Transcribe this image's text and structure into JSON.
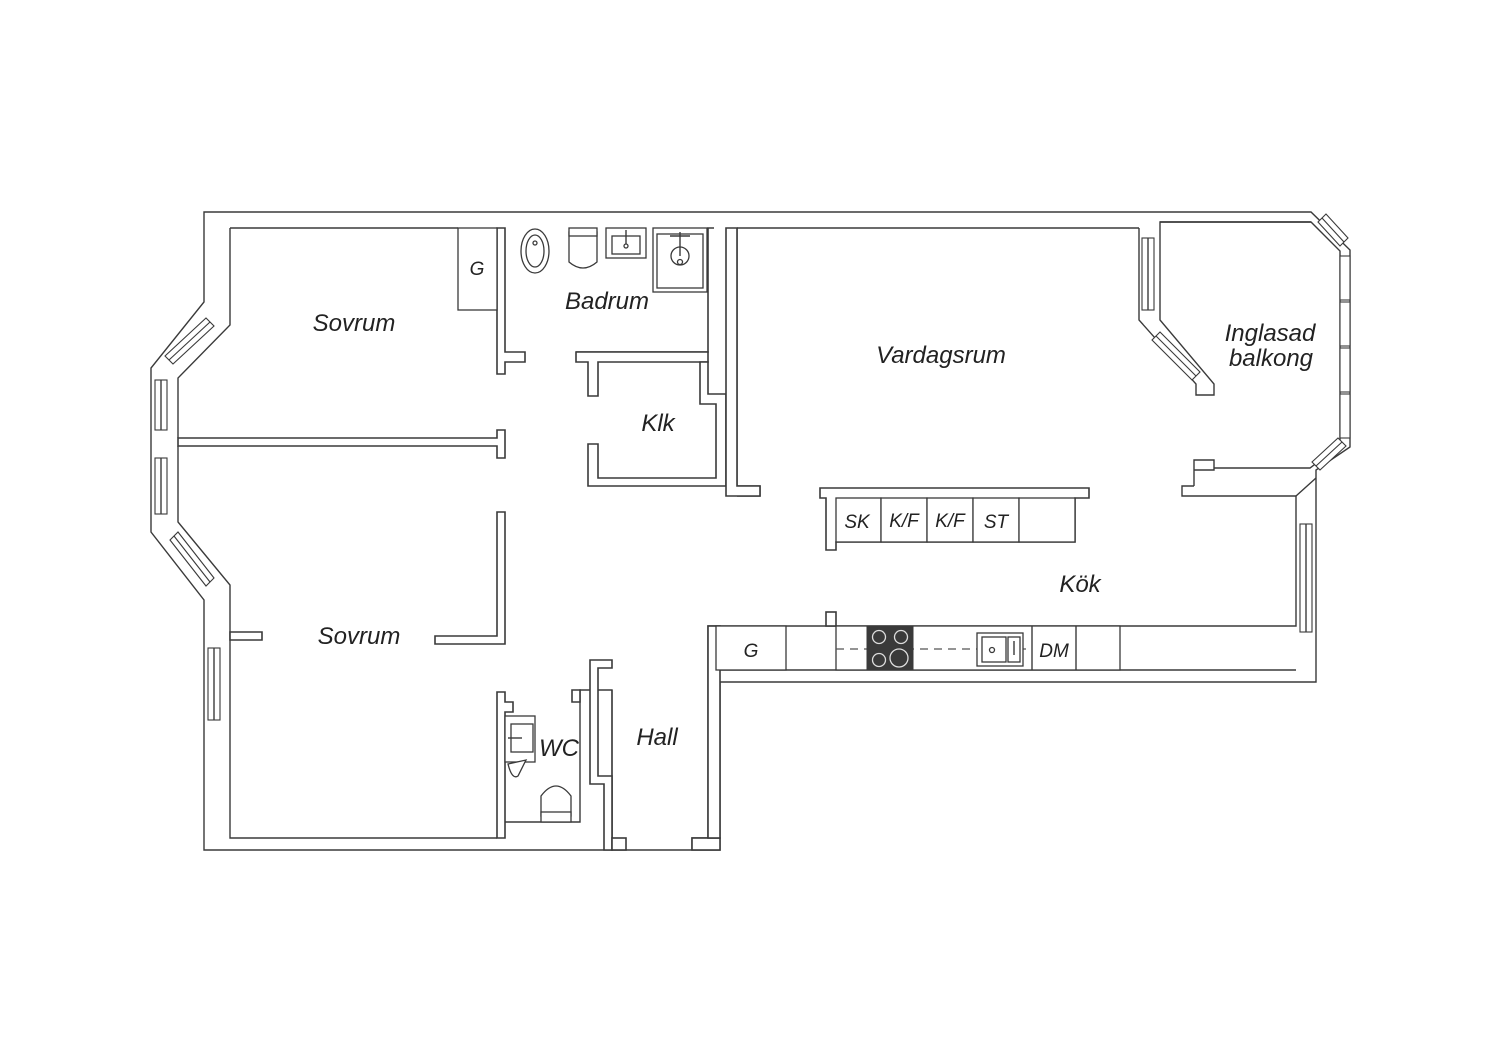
{
  "rooms": {
    "sovrum_top": "Sovrum",
    "sovrum_bottom": "Sovrum",
    "badrum": "Badrum",
    "klk": "Klk",
    "vardagsrum": "Vardagsrum",
    "balkong_line1": "Inglasad",
    "balkong_line2": "balkong",
    "kok": "Kök",
    "hall": "Hall",
    "wc": "WC"
  },
  "cabinets": {
    "wardrobe_bedroom": "G",
    "wardrobe_kitchen": "G",
    "sk": "SK",
    "kf1": "K/F",
    "kf2": "K/F",
    "st": "ST",
    "dm": "DM"
  },
  "colors": {
    "walls": "#3a3a3a",
    "background": "#ffffff",
    "hob": "#3a3a3a"
  }
}
